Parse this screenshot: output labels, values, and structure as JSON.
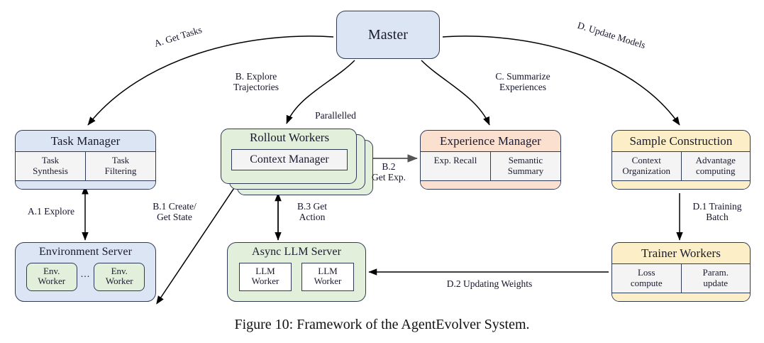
{
  "figure": {
    "caption": "Figure 10: Framework of the AgentEvolver System."
  },
  "nodes": {
    "master": {
      "title": "Master"
    },
    "task_manager": {
      "title": "Task Manager",
      "cells": [
        "Task\nSynthesis",
        "Task\nFiltering"
      ]
    },
    "rollout_workers": {
      "title": "Rollout Workers",
      "inner": "Context Manager",
      "stack_label": "Parallelled"
    },
    "experience_manager": {
      "title": "Experience Manager",
      "cells": [
        "Exp. Recall",
        "Semantic\nSummary"
      ]
    },
    "sample_construction": {
      "title": "Sample Construction",
      "cells": [
        "Context\nOrganization",
        "Advantage\ncomputing"
      ]
    },
    "environment_server": {
      "title": "Environment Server",
      "workers": [
        "Env.\nWorker",
        "Env.\nWorker"
      ],
      "separator": "..."
    },
    "async_llm_server": {
      "title": "Async LLM Server",
      "workers": [
        "LLM\nWorker",
        "LLM\nWorker"
      ]
    },
    "trainer_workers": {
      "title": "Trainer Workers",
      "cells": [
        "Loss\ncompute",
        "Param.\nupdate"
      ]
    }
  },
  "edges": {
    "a": "A. Get Tasks",
    "b": "B. Explore\nTrajectories",
    "c": "C. Summarize\nExperiences",
    "d": "D. Update Models",
    "a1": "A.1 Explore",
    "b1": "B.1 Create/\nGet State",
    "b2": "B.2\nGet Exp.",
    "b3": "B.3 Get\nAction",
    "d1": "D.1 Training\nBatch",
    "d2": "D.2 Updating Weights"
  },
  "colors": {
    "blue": "#dbe5f4",
    "green": "#e2efdb",
    "peach": "#fbe0d0",
    "cream": "#fcefc7",
    "border": "#2f3a57",
    "arrow_black": "#000000",
    "arrow_gray": "#555555"
  }
}
